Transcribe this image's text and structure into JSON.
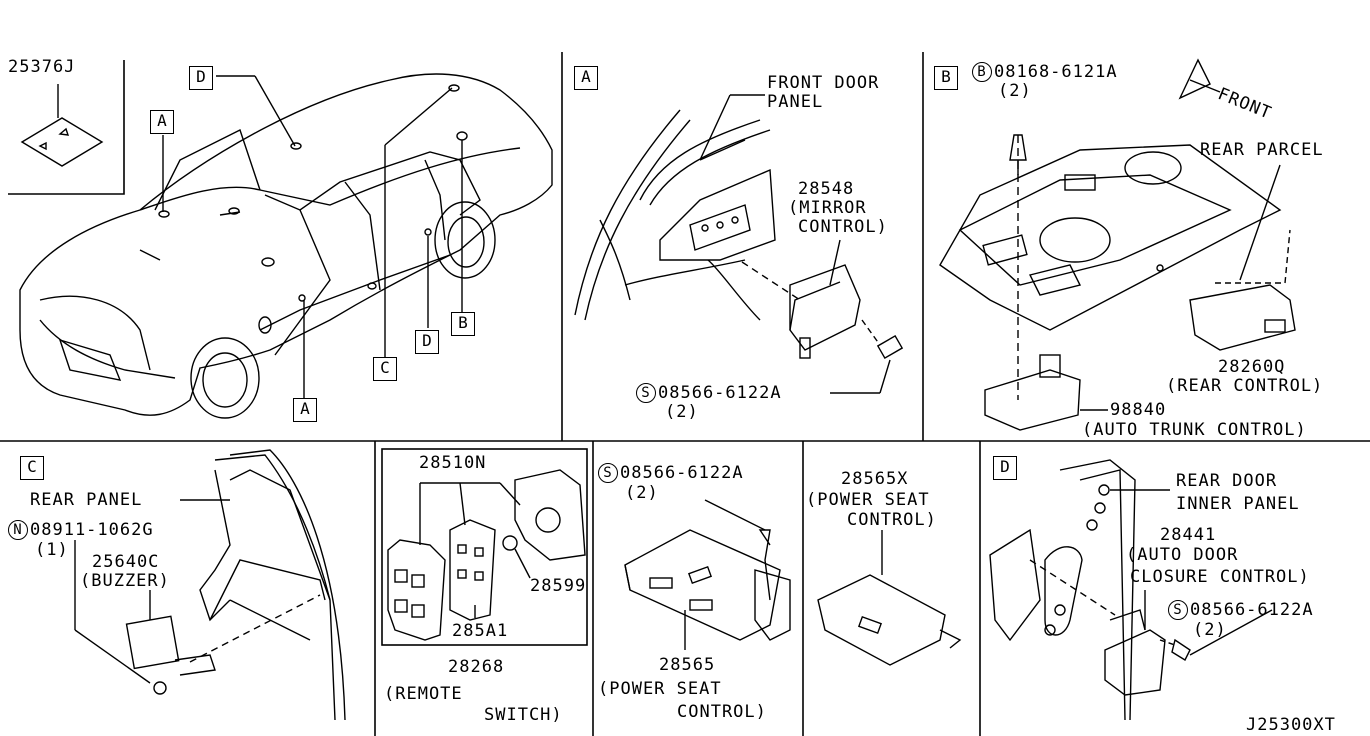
{
  "diagram_code": "J25300XT",
  "overview": {
    "part_25376J": "25376J",
    "callouts": {
      "a_top": "A",
      "d_top": "D",
      "c_mid": "C",
      "d_mid": "D",
      "b_mid": "B",
      "a_bottom": "A"
    }
  },
  "section_a": {
    "tag": "A",
    "front_door_panel_1": "FRONT DOOR",
    "front_door_panel_2": "PANEL",
    "part_28548": "28548",
    "mirror_1": "(MIRROR",
    "mirror_2": "CONTROL)",
    "screw_prefix": "S",
    "screw_no": "08566-6122A",
    "screw_qty": "(2)"
  },
  "section_b": {
    "tag": "B",
    "bolt_prefix": "B",
    "bolt_no": "08168-6121A",
    "bolt_qty": "(2)",
    "front": "FRONT",
    "rear_parcel": "REAR PARCEL",
    "part_28260Q": "28260Q",
    "rear_control": "(REAR CONTROL)",
    "part_98840": "98840",
    "auto_trunk": "(AUTO TRUNK CONTROL)"
  },
  "section_c": {
    "tag": "C",
    "rear_panel": "REAR PANEL",
    "nut_prefix": "N",
    "nut_no": "08911-1062G",
    "nut_qty": "(1)",
    "part_25640C": "25640C",
    "buzzer": "(BUZZER)"
  },
  "remote": {
    "part_28510N": "28510N",
    "part_28599": "28599",
    "part_285A1": "285A1",
    "part_28268": "28268",
    "remote_1": "(REMOTE",
    "remote_2": "SWITCH)"
  },
  "power_seat": {
    "screw_prefix": "S",
    "screw_no": "08566-6122A",
    "screw_qty": "(2)",
    "part_28565": "28565",
    "ps_1": "(POWER SEAT",
    "ps_2": "CONTROL)",
    "part_28565X": "28565X",
    "psx_1": "(POWER SEAT",
    "psx_2": "CONTROL)"
  },
  "section_d": {
    "tag": "D",
    "rear_door_1": "REAR DOOR",
    "rear_door_2": "INNER PANEL",
    "part_28441": "28441",
    "auto_door_1": "(AUTO DOOR",
    "auto_door_2": "CLOSURE CONTROL)",
    "screw_prefix": "S",
    "screw_no": "08566-6122A",
    "screw_qty": "(2)"
  }
}
